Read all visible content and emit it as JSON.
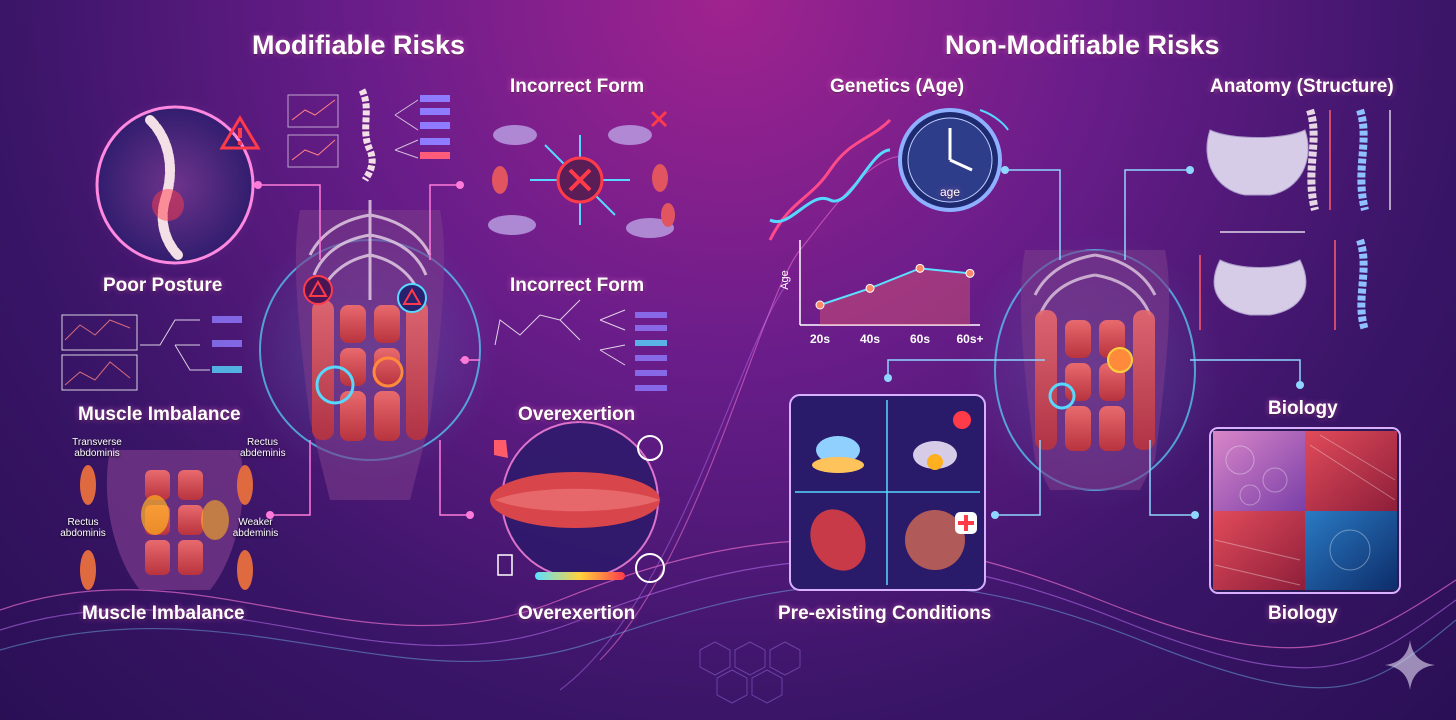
{
  "sections": {
    "modifiable": {
      "title": "Modifiable Risks"
    },
    "non_modifiable": {
      "title": "Non-Modifiable Risks"
    }
  },
  "labels": {
    "poor_posture": "Poor Posture",
    "incorrect_form_top": "Incorrect Form",
    "incorrect_form_bottom": "Incorrect Form",
    "muscle_imbalance_top": "Muscle Imbalance",
    "muscle_imbalance_bottom": "Muscle Imbalance",
    "overexertion_top": "Overexertion",
    "overexertion_bottom": "Overexertion",
    "genetics_age": "Genetics (Age)",
    "anatomy_structure": "Anatomy (Structure)",
    "biology_top": "Biology",
    "biology_bottom": "Biology",
    "pre_existing": "Pre-existing Conditions"
  },
  "muscle_labels": {
    "transverse": "Transverse abdominis",
    "rectus_top": "Rectus abdeminis",
    "rectus_left": "Rectus abdominis",
    "weaker": "Weaker abdeminis"
  },
  "clock": {
    "label": "age"
  },
  "age_chart": {
    "type": "line",
    "ylabel": "Age",
    "categories": [
      "20s",
      "40s",
      "60s",
      "60s+"
    ],
    "values": [
      1.2,
      2.2,
      3.4,
      3.1
    ],
    "ylim": [
      0,
      4.5
    ]
  },
  "colors": {
    "accent_pink": "#ff5cc8",
    "accent_cyan": "#56d8ff",
    "muscle_red": "#d8454a",
    "warning": "#ff3b4a"
  }
}
